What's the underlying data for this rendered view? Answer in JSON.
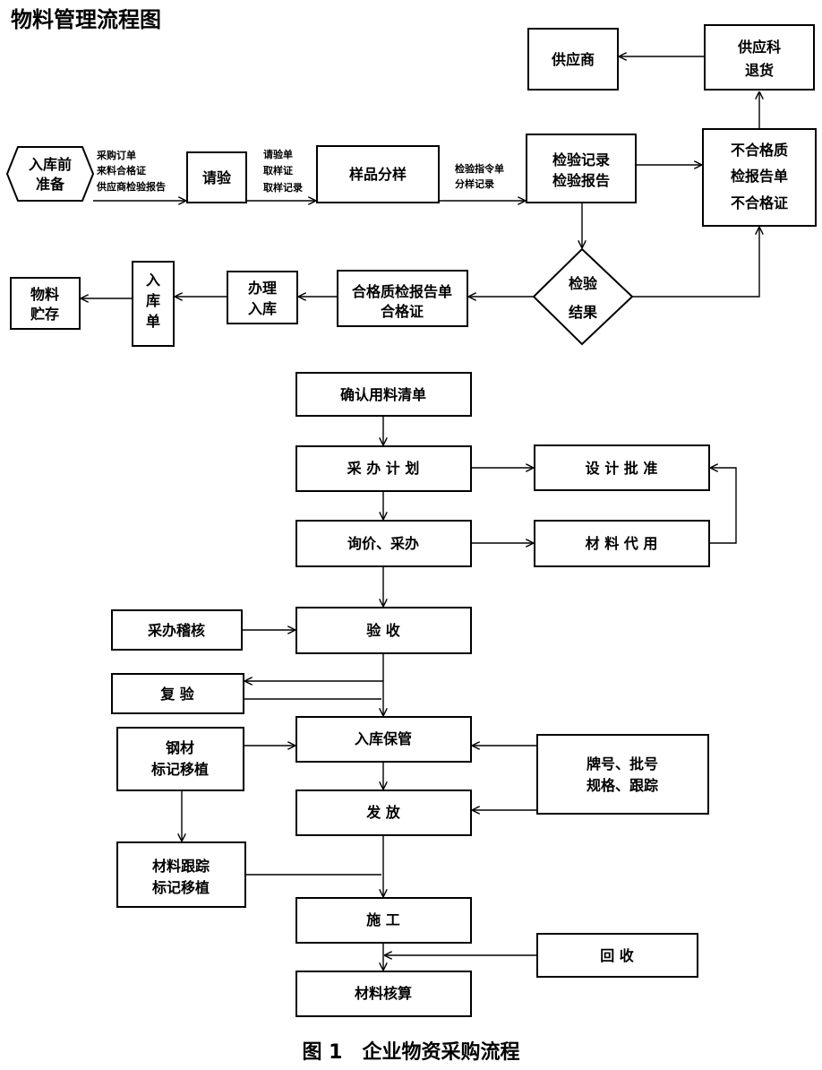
{
  "title": "物料管理流程图",
  "caption": "图 1　企业物资采购流程",
  "top_flow": {
    "prep": [
      "入库前",
      "准备"
    ],
    "docs1": [
      "采购订单",
      "来料合格证",
      "供应商检验报告"
    ],
    "inspect_request": "请验",
    "docs2": [
      "请验单",
      "取样证",
      "取样记录"
    ],
    "sampling": "样品分样",
    "docs3": [
      "检验指令单",
      "分样记录"
    ],
    "inspection_record": [
      "检验记录",
      "检验报告"
    ],
    "nonconforming": [
      "不合格质",
      "检报告单",
      "不合格证"
    ],
    "return_dept": [
      "供应科",
      "退货"
    ],
    "supplier": "供应商",
    "result": [
      "检验",
      "结果"
    ],
    "conforming": [
      "合格质检报告单",
      "合格证"
    ],
    "handle_storage": [
      "办理",
      "入库"
    ],
    "storage_slip": [
      "入",
      "库",
      "单"
    ],
    "material_storage": [
      "物料",
      "贮存"
    ]
  },
  "bottom_flow": {
    "confirm_list": "确认用料清单",
    "plan": "采 办 计 划",
    "design_approval": "设 计 批 准",
    "inquiry": "询价、采办",
    "substitute": "材 料 代 用",
    "audit": "采办稽核",
    "acceptance": "验 收",
    "recheck": "复 验",
    "steel_marking": [
      "钢材",
      "标记移植"
    ],
    "warehouse": "入库保管",
    "tracking_info": [
      "牌号、批号",
      "规格、跟踪"
    ],
    "issue": "发 放",
    "tracking_marking": [
      "材料跟踪",
      "标记移植"
    ],
    "construction": "施 工",
    "recycle": "回 收",
    "accounting": "材料核算"
  }
}
